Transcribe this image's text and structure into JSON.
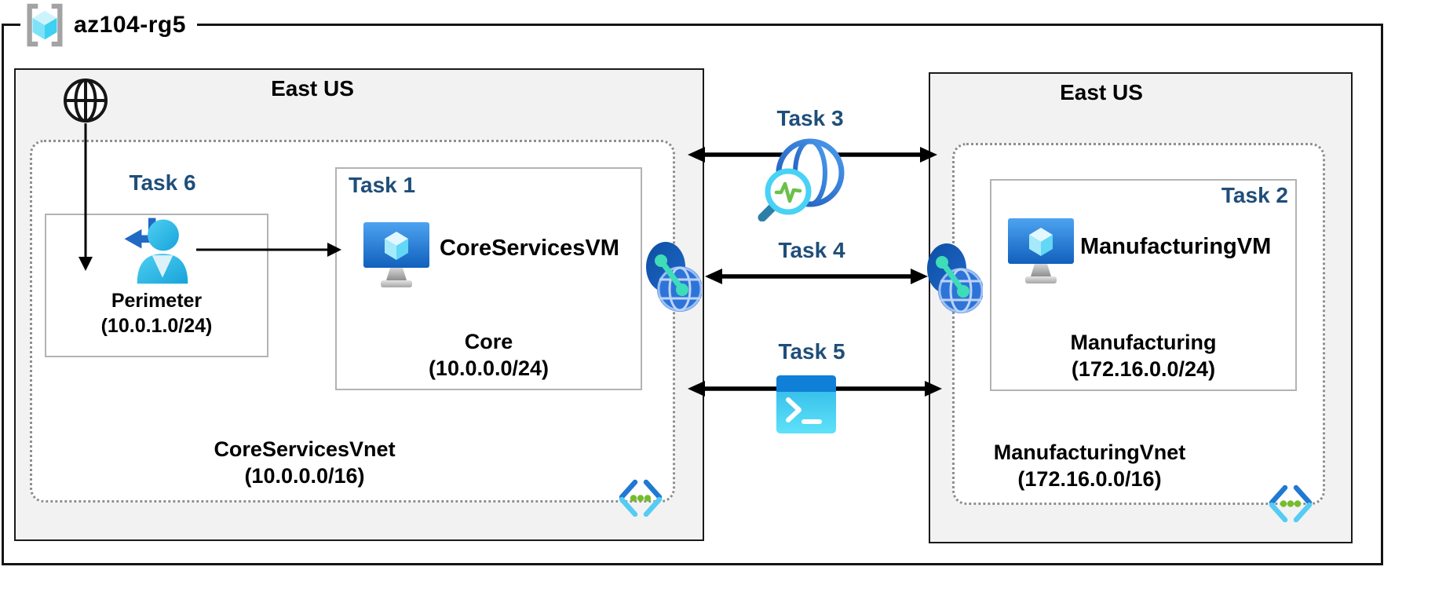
{
  "resource_group": {
    "label": "az104-rg5"
  },
  "left_region": {
    "title": "East US",
    "task6_label": "Task 6",
    "task1_label": "Task 1",
    "perimeter": {
      "name": "Perimeter",
      "cidr": "(10.0.1.0/24)"
    },
    "vm_name": "CoreServicesVM",
    "subnet": {
      "name": "Core",
      "cidr": "(10.0.0.0/24)"
    },
    "vnet": {
      "name": "CoreServicesVnet",
      "cidr": "(10.0.0.0/16)"
    }
  },
  "right_region": {
    "title": "East US",
    "task2_label": "Task 2",
    "vm_name": "ManufacturingVM",
    "subnet": {
      "name": "Manufacturing",
      "cidr": "(172.16.0.0/24)"
    },
    "vnet": {
      "name": "ManufacturingVnet",
      "cidr": "(172.16.0.0/16)"
    }
  },
  "connections": {
    "task3_label": "Task 3",
    "task4_label": "Task 4",
    "task5_label": "Task 5"
  },
  "icons": {
    "resource_group": "resource-group-icon",
    "internet": "internet-globe-icon",
    "perimeter_user": "user-signin-icon",
    "virtual_machine": "virtual-machine-icon",
    "vnet_peering": "vnet-peering-icon",
    "network_watcher": "network-watcher-icon",
    "cloud_shell": "cloud-shell-icon",
    "subnet_code": "code-brackets-icon"
  },
  "colors": {
    "task_label": "#1F4E79",
    "region_fill": "#F2F2F2",
    "region_border": "#1A1A1A",
    "inner_box_border": "#B3B3B3",
    "vnet_dotted_border": "#8F8F8F",
    "arrow": "#000000",
    "azure_blue": "#0078D4",
    "cube_cyan": "#50E6FF",
    "dots_green": "#76BC2D",
    "peering_teal": "#3EDCB8"
  }
}
